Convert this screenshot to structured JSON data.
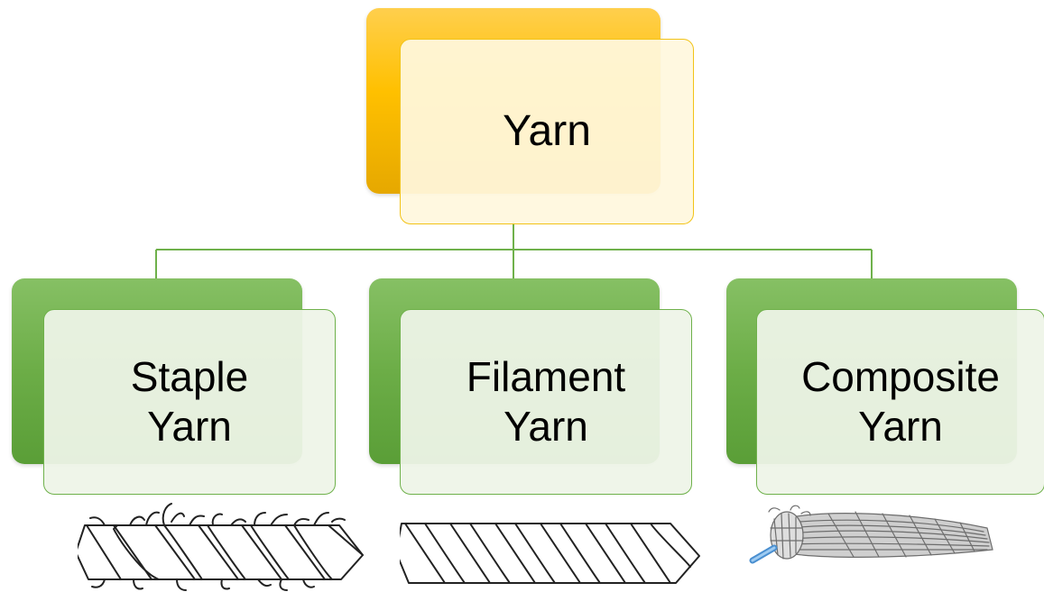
{
  "diagram": {
    "root": {
      "label": "Yarn"
    },
    "children": [
      {
        "label": "Staple\nYarn"
      },
      {
        "label": "Filament\nYarn"
      },
      {
        "label": "Composite\nYarn"
      }
    ]
  },
  "colors": {
    "root_back": "#ffc000",
    "root_border": "#f2c318",
    "child_back": "#6cad47",
    "child_border": "#6fb14b",
    "connector": "#6fb14b"
  },
  "illustrations": [
    {
      "name": "staple-yarn-illustration"
    },
    {
      "name": "filament-yarn-illustration"
    },
    {
      "name": "composite-yarn-illustration"
    }
  ]
}
